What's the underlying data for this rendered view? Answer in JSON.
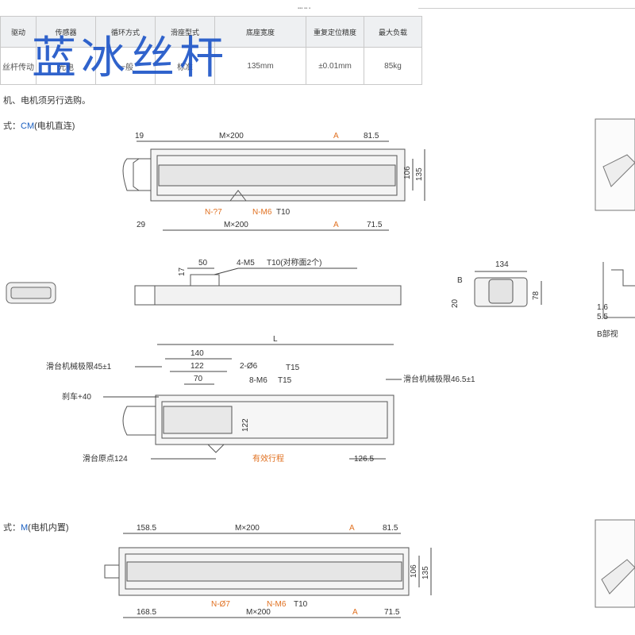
{
  "page_header": "▪▪▪ ▪▪ ▪",
  "watermark": "蓝冰丝杆",
  "spec_table": {
    "headers": [
      "驱动",
      "传感器",
      "循环方式",
      "滑座型式",
      "底座宽度",
      "重复定位精度",
      "最大负载"
    ],
    "values": [
      "丝杆传动",
      "光电",
      "一般",
      "标准",
      "135mm",
      "±0.01mm",
      "85kg"
    ]
  },
  "note": "机、电机须另行选购。",
  "section_cm": {
    "prefix": "式：",
    "code": "CM",
    "desc": "(电机直连)"
  },
  "section_m": {
    "prefix": "式：",
    "code": "M",
    "desc": "(电机内置)"
  },
  "top_view_cm": {
    "dims_top": [
      "19",
      "M×200",
      "A",
      "81.5"
    ],
    "dims_bottom": [
      "29",
      "M×200",
      "A",
      "71.5"
    ],
    "dims_right": [
      "106",
      "135"
    ],
    "hole_labels": [
      "N-?7",
      "N-M6",
      "T10"
    ]
  },
  "side_view": {
    "dims": [
      "17",
      "50"
    ],
    "callout": "4-M5",
    "callout_note": "T10(对称面2个)"
  },
  "end_view": {
    "dims": [
      "134",
      "B",
      "20",
      "78"
    ]
  },
  "right_detail": {
    "dims": [
      "1.6",
      "5.5"
    ],
    "label": "B部视"
  },
  "detail_view": {
    "dims": [
      "L",
      "140",
      "122",
      "70",
      "2-Ø6",
      "T15",
      "8-M6",
      "T15",
      "122"
    ],
    "labels": {
      "left_limit": "滑台机械极限45±1",
      "right_limit": "滑台机械极限46.5±1",
      "brake": "刹车+40",
      "origin": "滑台原点124",
      "stroke": "有效行程",
      "right_end": "126.5"
    }
  },
  "top_view_m": {
    "dims_top": [
      "158.5",
      "M×200",
      "A",
      "81.5"
    ],
    "dims_bottom": [
      "168.5",
      "M×200",
      "A",
      "71.5"
    ],
    "dims_right": [
      "106",
      "135"
    ],
    "hole_labels": [
      "N-Ø7",
      "N-M6",
      "T10"
    ]
  },
  "colors": {
    "accent": "#1a5fc0",
    "watermark": "#1f56c8",
    "dim_orange": "#e07020",
    "line": "#555555"
  }
}
